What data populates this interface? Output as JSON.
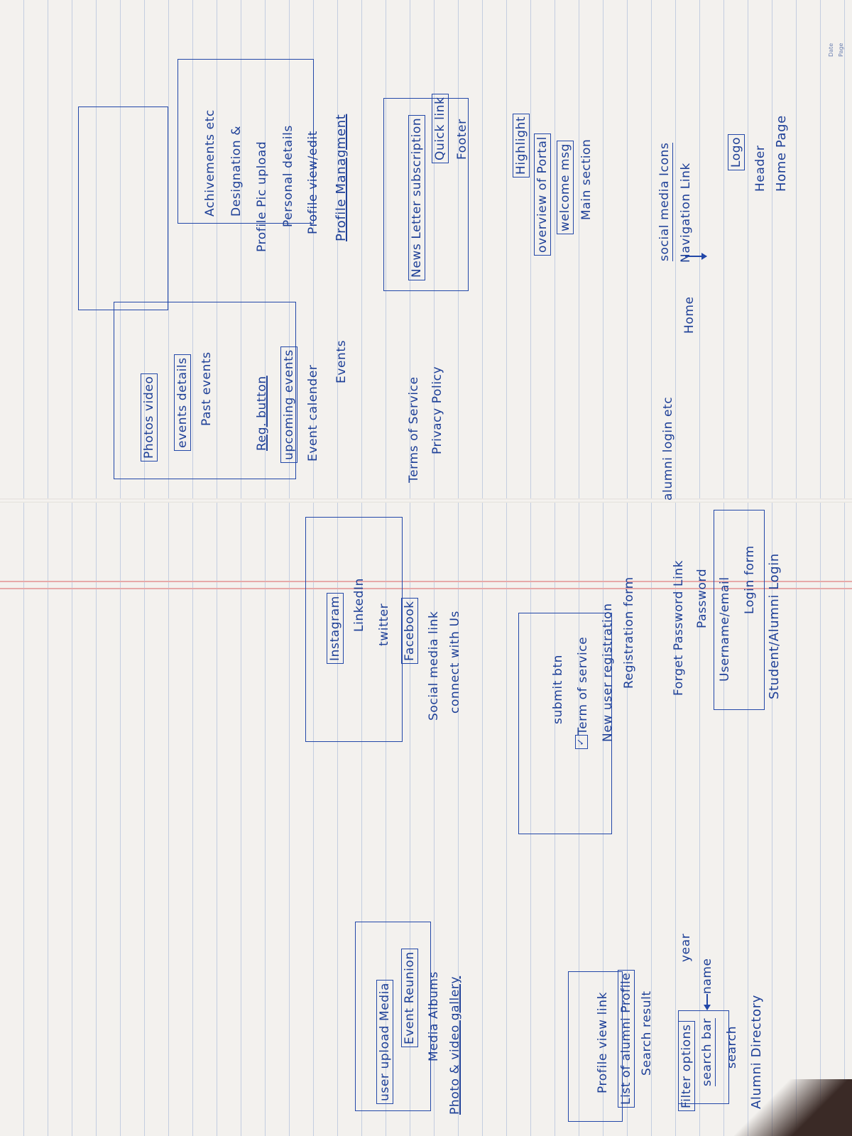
{
  "corner": {
    "date_label": "Date",
    "page_label": "Page"
  },
  "home": {
    "title": "Home Page",
    "header": "Header",
    "logo": "Logo",
    "navigation_link": "Navigation Link",
    "social_media_icons": "social media Icons",
    "nav_home": "Home",
    "nav_alumni_login": "alumni login etc",
    "main_section": "Main section",
    "welcome_msg": "welcome msg",
    "overview": "overview of Portal",
    "highlight": "Highlight",
    "footer": "Footer",
    "quick_link": "Quick link",
    "newsletter": "News Letter subscription",
    "privacy_policy": "Privacy Policy",
    "terms_of_service": "Terms of Service"
  },
  "profile": {
    "title": "Profile Managment",
    "items": [
      "Profile view/edit",
      "Personal details",
      "Profile Pic upload",
      "Designation &",
      "Achivements etc"
    ]
  },
  "events": {
    "title": "Events",
    "items": [
      "Event calender",
      "upcoming events",
      "Reg. button",
      "Past events",
      "events details",
      "Photos video"
    ]
  },
  "login": {
    "title": "Student/Alumni Login",
    "login_form": "Login form",
    "username": "Username/email",
    "password": "Password",
    "forget": "Forget Password Link",
    "registration_form": "Registration form",
    "new_user": "New user registration",
    "terms": "Term of service",
    "submit": "submit btn"
  },
  "connect": {
    "title": "connect with Us",
    "social": "Social media link",
    "items": [
      "Facebook",
      "twitter",
      "LinkedIn",
      "Instagram"
    ]
  },
  "directory": {
    "title": "Alumni Directory",
    "search": "search",
    "search_bar": "search bar",
    "filter": "Filter options",
    "filter_name": "name",
    "filter_year": "year",
    "search_result": "Search result",
    "list": "List of alumni Profile",
    "profile_link": "Profile view link"
  },
  "gallery": {
    "title": "Photo & video gallery",
    "items": [
      "Media Albums",
      "Event Reunion",
      "user upload Media"
    ]
  }
}
